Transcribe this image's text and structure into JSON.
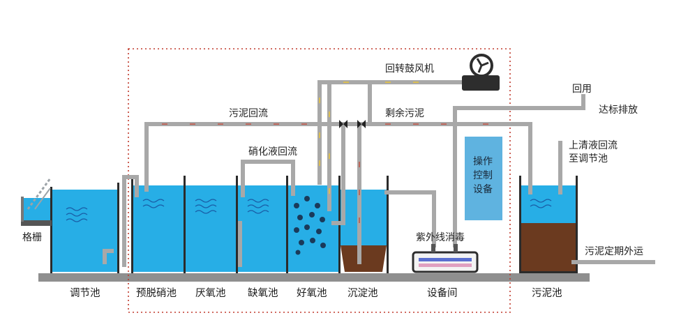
{
  "labels": {
    "blower": "回转鼓风机",
    "sludge_return": "污泥回流",
    "excess_sludge": "剩余污泥",
    "nitrate_return": "硝化液回流",
    "reuse": "回用",
    "discharge": "达标排放",
    "supernatant_return_1": "上清液回流",
    "supernatant_return_2": "至调节池",
    "control_panel_1": "操作",
    "control_panel_2": "控制",
    "control_panel_3": "设备",
    "uv": "紫外线消毒",
    "screen": "格栅",
    "sludge_out": "污泥定期外运"
  },
  "tanks": [
    {
      "id": "tiaojie",
      "label": "调节池"
    },
    {
      "id": "yutuoxiao",
      "label": "预脱硝池"
    },
    {
      "id": "yanyang",
      "label": "厌氧池"
    },
    {
      "id": "queyang",
      "label": "缺氧池"
    },
    {
      "id": "haoyang",
      "label": "好氧池"
    },
    {
      "id": "chendian",
      "label": "沉淀池"
    },
    {
      "id": "shebeijian",
      "label": "设备间"
    },
    {
      "id": "wuni",
      "label": "污泥池"
    }
  ],
  "colors": {
    "water": "#27aee6",
    "pipe": "#a8a8a8",
    "sludge": "#6b3a1f",
    "wall": "#2b2b2b",
    "boundary": "#c0392b",
    "panel": "#5fb3e0",
    "arrow_air": "#e8c340",
    "arrow_sludge": "#c44a3a"
  }
}
